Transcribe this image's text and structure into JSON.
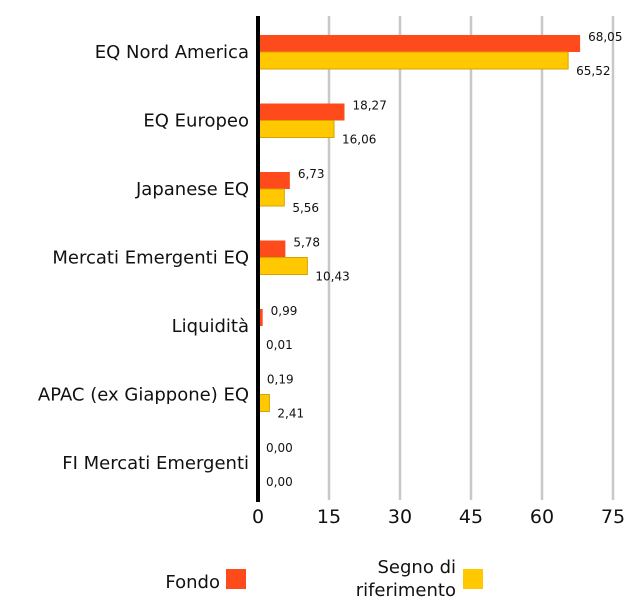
{
  "chart_data": {
    "type": "bar",
    "orientation": "horizontal",
    "categories": [
      "EQ Nord America",
      "EQ Europeo",
      "Japanese EQ",
      "Mercati Emergenti EQ",
      "Liquidità",
      "APAC (ex Giappone) EQ",
      "FI Mercati Emergenti"
    ],
    "series": [
      {
        "name": "Fondo",
        "color": "#ff4a1c",
        "values": [
          68.05,
          18.27,
          6.73,
          5.78,
          0.99,
          0.19,
          0.0
        ],
        "labels": [
          "68,05",
          "18,27",
          "6,73",
          "5,78",
          "0,99",
          "0,19",
          "0,00"
        ]
      },
      {
        "name": "Segno di riferimento",
        "color": "#ffc800",
        "values": [
          65.52,
          16.06,
          5.56,
          10.43,
          0.01,
          2.41,
          0.0
        ],
        "labels": [
          "65,52",
          "16,06",
          "5,56",
          "10,43",
          "0,01",
          "2,41",
          "0,00"
        ]
      }
    ],
    "xlim": [
      0,
      75
    ],
    "xticks": [
      0,
      15,
      30,
      45,
      60,
      75
    ],
    "grid": true,
    "legend_position": "bottom"
  },
  "legend": {
    "fondo": "Fondo",
    "segno_line1": "Segno di",
    "segno_line2": "riferimento"
  }
}
